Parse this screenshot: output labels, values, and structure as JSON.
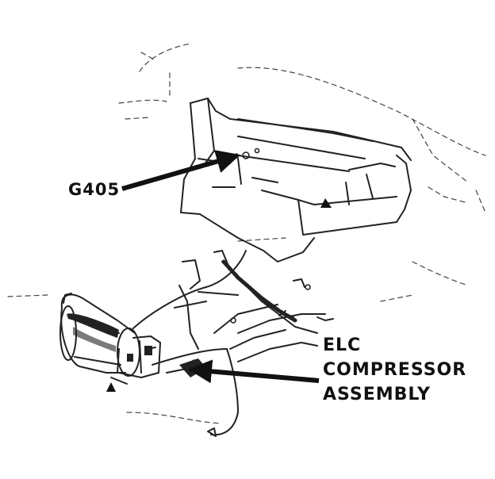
{
  "callouts": {
    "g405": "G405",
    "elc_line1": "ELC",
    "elc_line2": "COMPRESSOR",
    "elc_line3": "ASSEMBLY"
  },
  "colors": {
    "ink": "#111111",
    "background": "#ffffff"
  }
}
